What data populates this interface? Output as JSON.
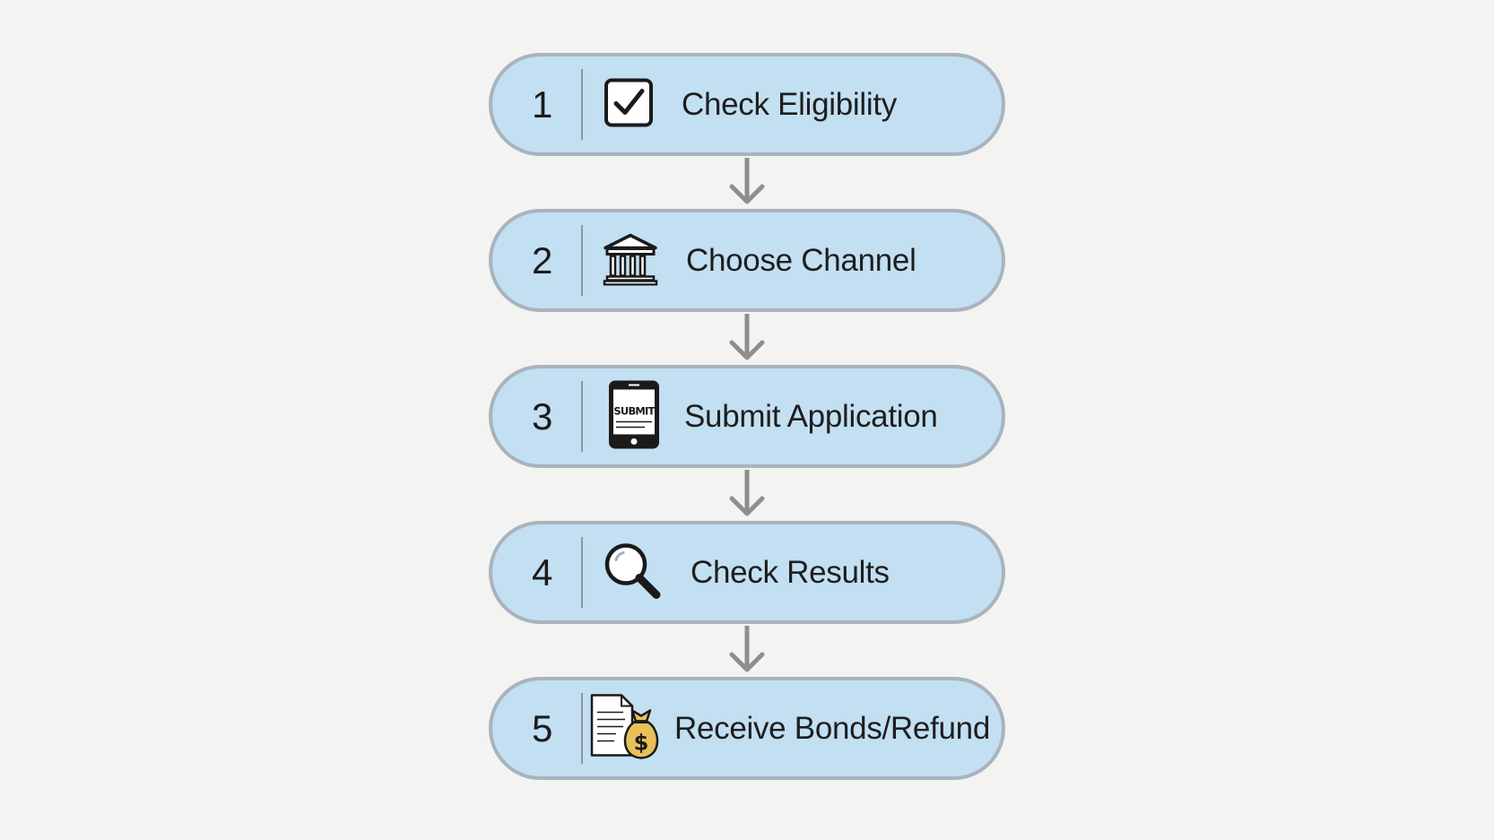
{
  "colors": {
    "page_background": "#f3f3f2",
    "step_fill": "#c3dff2",
    "step_border": "#a9b3bd",
    "arrow": "#8e8e8e",
    "money_bag": "#e8c05a"
  },
  "steps": [
    {
      "number": "1",
      "label": "Check Eligibility",
      "icon": "checkbox-checked-icon"
    },
    {
      "number": "2",
      "label": "Choose Channel",
      "icon": "bank-building-icon"
    },
    {
      "number": "3",
      "label": "Submit Application",
      "icon": "mobile-phone-submit-icon",
      "icon_text": "SUBMIT"
    },
    {
      "number": "4",
      "label": "Check Results",
      "icon": "magnifying-glass-icon"
    },
    {
      "number": "5",
      "label": "Receive Bonds/Refund",
      "icon": "document-money-bag-icon",
      "icon_text": "$"
    }
  ]
}
